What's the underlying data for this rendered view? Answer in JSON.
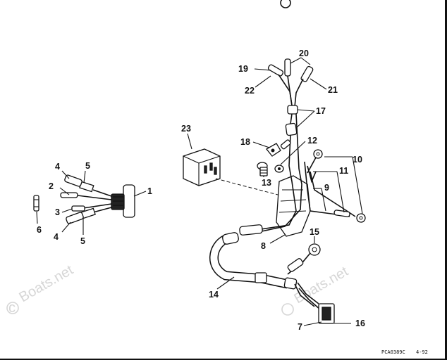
{
  "watermark": {
    "text_left": "Boats.net",
    "text_right": "Boats.net"
  },
  "footer": {
    "drawing_code": "PCA0389C",
    "date": "4-92"
  },
  "callouts": {
    "c1": "1",
    "c2": "2",
    "c3": "3",
    "c4a": "4",
    "c4b": "4",
    "c5a": "5",
    "c5b": "5",
    "c6": "6",
    "c7": "7",
    "c8": "8",
    "c9": "9",
    "c10": "10",
    "c11": "11",
    "c12": "12",
    "c13": "13",
    "c14": "14",
    "c15": "15",
    "c16": "16",
    "c17": "17",
    "c18": "18",
    "c19": "19",
    "c20": "20",
    "c21": "21",
    "c22": "22",
    "c23": "23"
  }
}
